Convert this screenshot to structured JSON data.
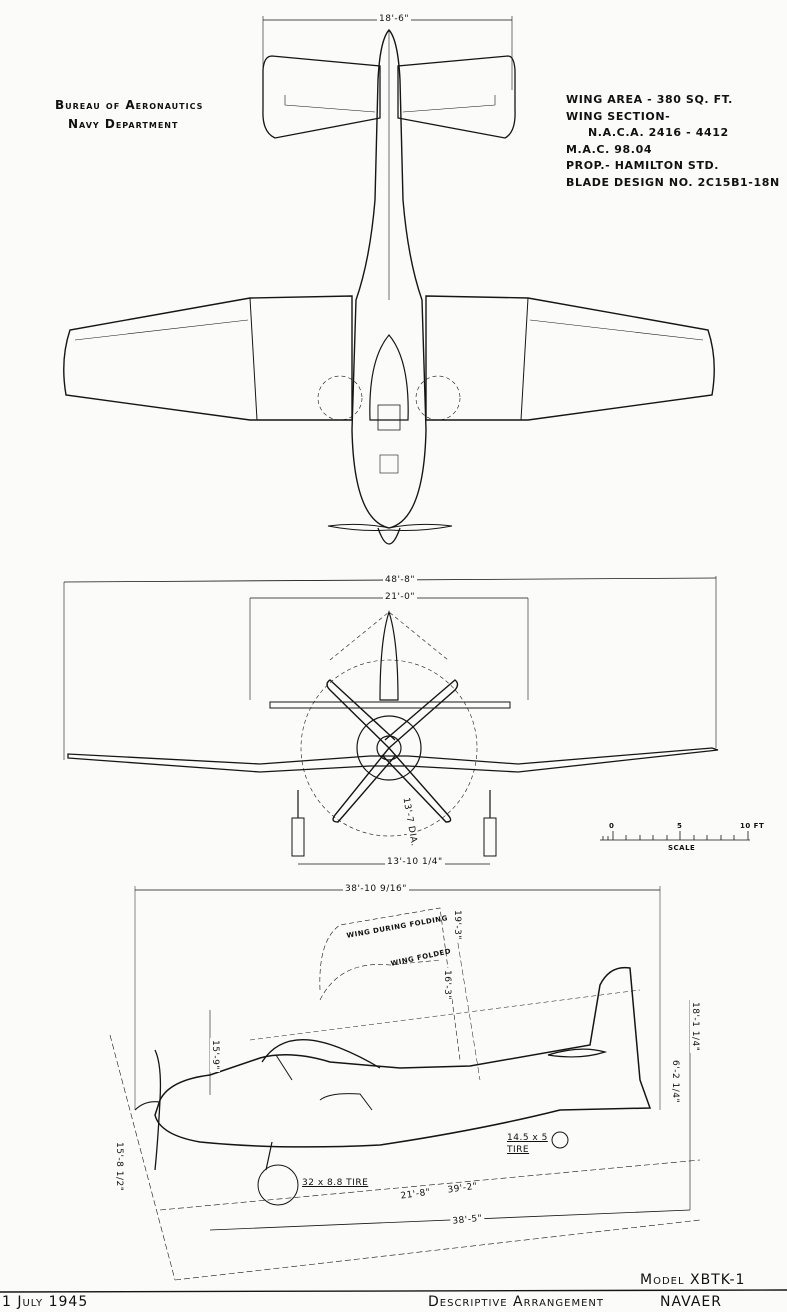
{
  "header": {
    "org_line1": "Bureau of Aeronautics",
    "org_line2": "Navy Department"
  },
  "specs": [
    "WING AREA - 380 SQ. FT.",
    "WING SECTION-",
    "N.A.C.A. 2416 - 4412",
    "M.A.C. 98.04",
    "PROP.- HAMILTON STD.",
    "BLADE DESIGN NO. 2C15B1-18N"
  ],
  "top_view": {
    "tail_span": "18'-6\""
  },
  "front_view": {
    "wing_span": "48'-8\"",
    "folded_span": "21'-0\"",
    "prop_diameter": "13'-7 DIA.",
    "tread": "13'-10 1/4\""
  },
  "scale": {
    "ticks": [
      "0",
      "5",
      "10 FT"
    ],
    "label": "SCALE"
  },
  "side_view": {
    "overall_length": "38'-10 9/16\"",
    "wing_during_folding_label": "WING DURING FOLDING",
    "wing_folded_label": "WING FOLDED",
    "height_during_folding": "19'-3\"",
    "height_folded": "16'-3\"",
    "canopy_height": "15'-9\"",
    "tail_height": "18'-1 1/4\"",
    "tail_wheel_height": "6'-2 1/4\"",
    "prop_height": "15'-8 1/2\"",
    "tail_tire": "14.5 x 5",
    "tail_tire_label": "TIRE",
    "main_tire": "32 x 8.8 TIRE",
    "dim_21_8": "21'-8\"",
    "dim_39_2": "39'-2\"",
    "dim_38_5": "38'-5\""
  },
  "footer": {
    "model": "Model XBTK-1",
    "date": "1 July 1945",
    "title": "Descriptive Arrangement",
    "agency": "NAVAER"
  }
}
